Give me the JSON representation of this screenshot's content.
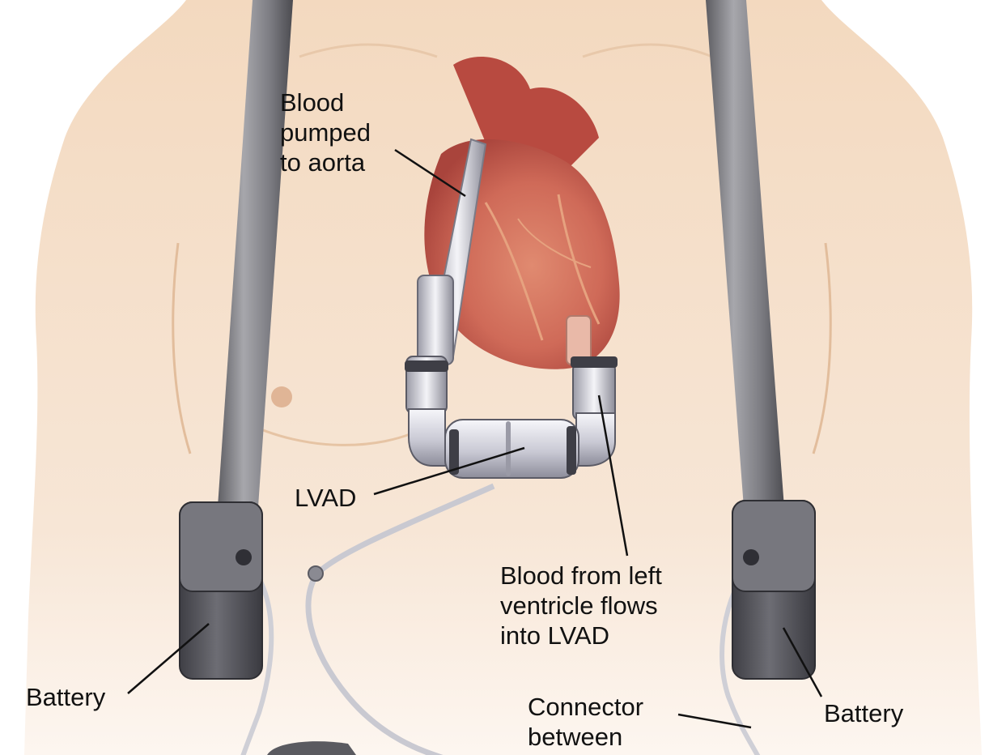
{
  "diagram": {
    "labels": {
      "aorta": [
        "Blood",
        "pumped",
        "to aorta"
      ],
      "lvad": [
        "LVAD"
      ],
      "left_ventricle": [
        "Blood from left",
        "ventricle flows",
        "into LVAD"
      ],
      "battery_left": [
        "Battery"
      ],
      "battery_right": [
        "Battery"
      ],
      "connector": [
        "Connector",
        "between"
      ]
    },
    "colors": {
      "skin": "#f4dcc4",
      "skin_shadow": "#e6c3a3",
      "strap": "#8a8a8e",
      "battery": "#5e5e64",
      "heart": "#c9584a",
      "device": "#d8d8e2",
      "leader_line": "#111111"
    }
  }
}
